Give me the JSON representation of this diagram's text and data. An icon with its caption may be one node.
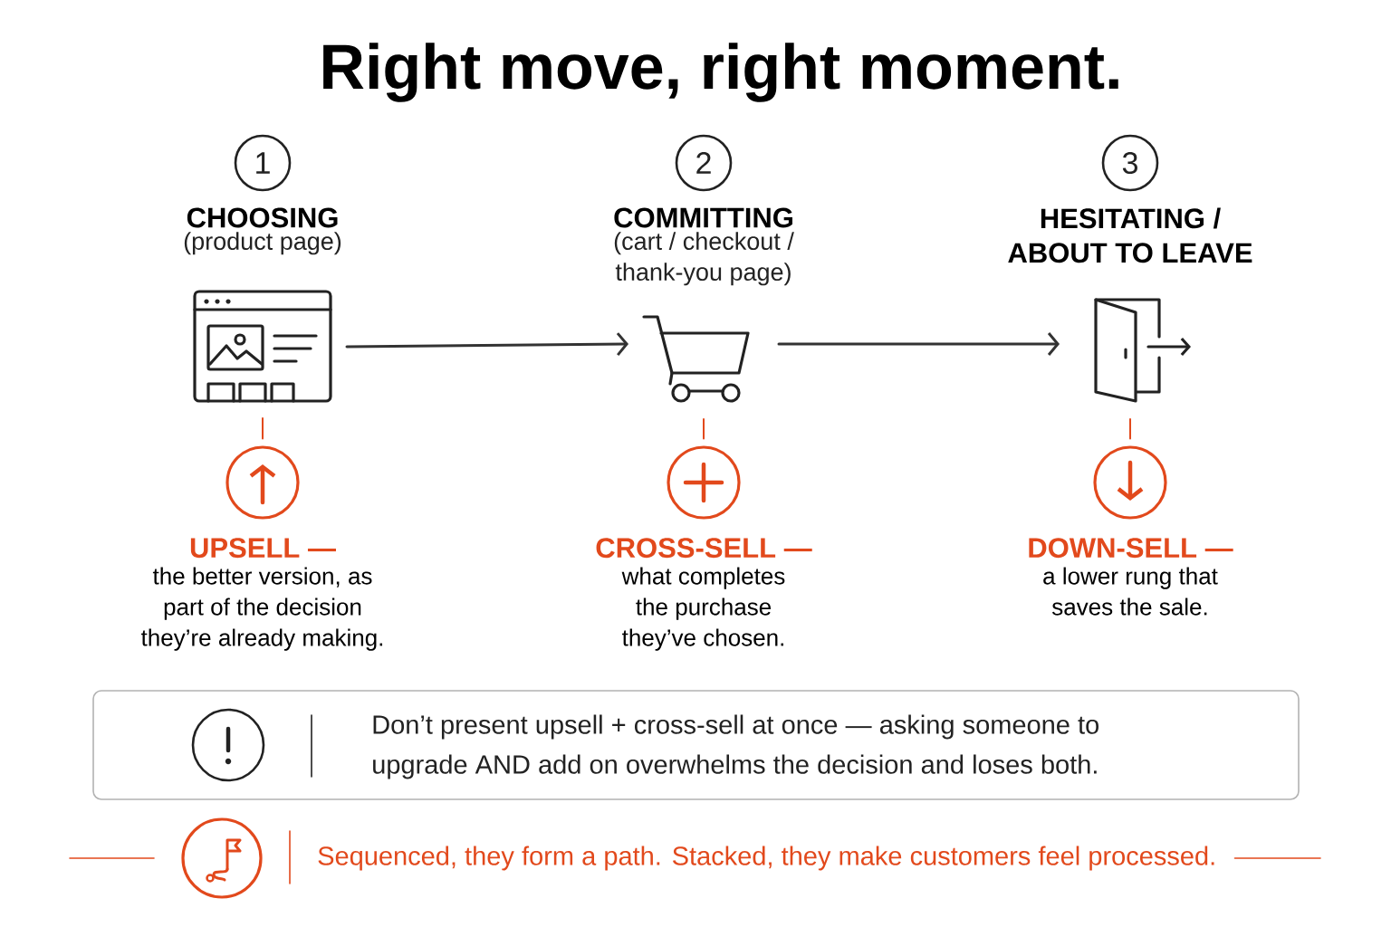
{
  "diagram": {
    "title": "Right move, right moment.",
    "nodes": [
      {
        "text": [
          "1"
        ],
        "beside": [
          "CHOOSING",
          "(product page)"
        ]
      },
      {
        "text": [],
        "shape": "picture"
      },
      {
        "text": [],
        "shape": "circle",
        "beside": [
          "UPSELL —",
          "the better version, as part of the decision they’re already making."
        ]
      },
      {
        "text": [
          "2"
        ],
        "beside": [
          "COMMITTING",
          "(cart / checkout / thank-you page)"
        ]
      },
      {
        "text": [],
        "shape": "picture"
      },
      {
        "text": [],
        "shape": "circle",
        "beside": [
          "CROSS-SELL —",
          "what completes the purchase they’ve chosen."
        ]
      },
      {
        "text": [
          "3"
        ],
        "beside": [
          "HESITATING / ABOUT TO LEAVE"
        ]
      },
      {
        "text": [],
        "shape": "picture"
      },
      {
        "text": [],
        "shape": "circle",
        "beside": [
          "DOWN-SELL —",
          "a lower rung that saves the sale."
        ]
      },
      {
        "text": [
          "Don’t present upsell + cross-sell at once — asking someone to upgrade AND add on overwhelms the decision and loses both."
        ]
      },
      {
        "text": [],
        "shape": "circle",
        "in": 9
      },
      {
        "text": [],
        "shape": "circle"
      }
    ],
    "edges": [
      {
        "from": 1,
        "to": 4,
        "arrow": "to",
        "color": "#333333"
      },
      {
        "from": 4,
        "to": 7,
        "arrow": "to",
        "color": "#333333"
      },
      {
        "from": 1,
        "to": 2,
        "arrow": "none",
        "color": "#e2491c"
      },
      {
        "from": 4,
        "to": 5,
        "arrow": "none",
        "color": "#e2491c"
      },
      {
        "from": 7,
        "to": 8,
        "arrow": "none",
        "color": "#e2491c"
      }
    ],
    "labels": [
      "Sequenced, they form a path. Stacked, they make customers feel processed."
    ]
  }
}
